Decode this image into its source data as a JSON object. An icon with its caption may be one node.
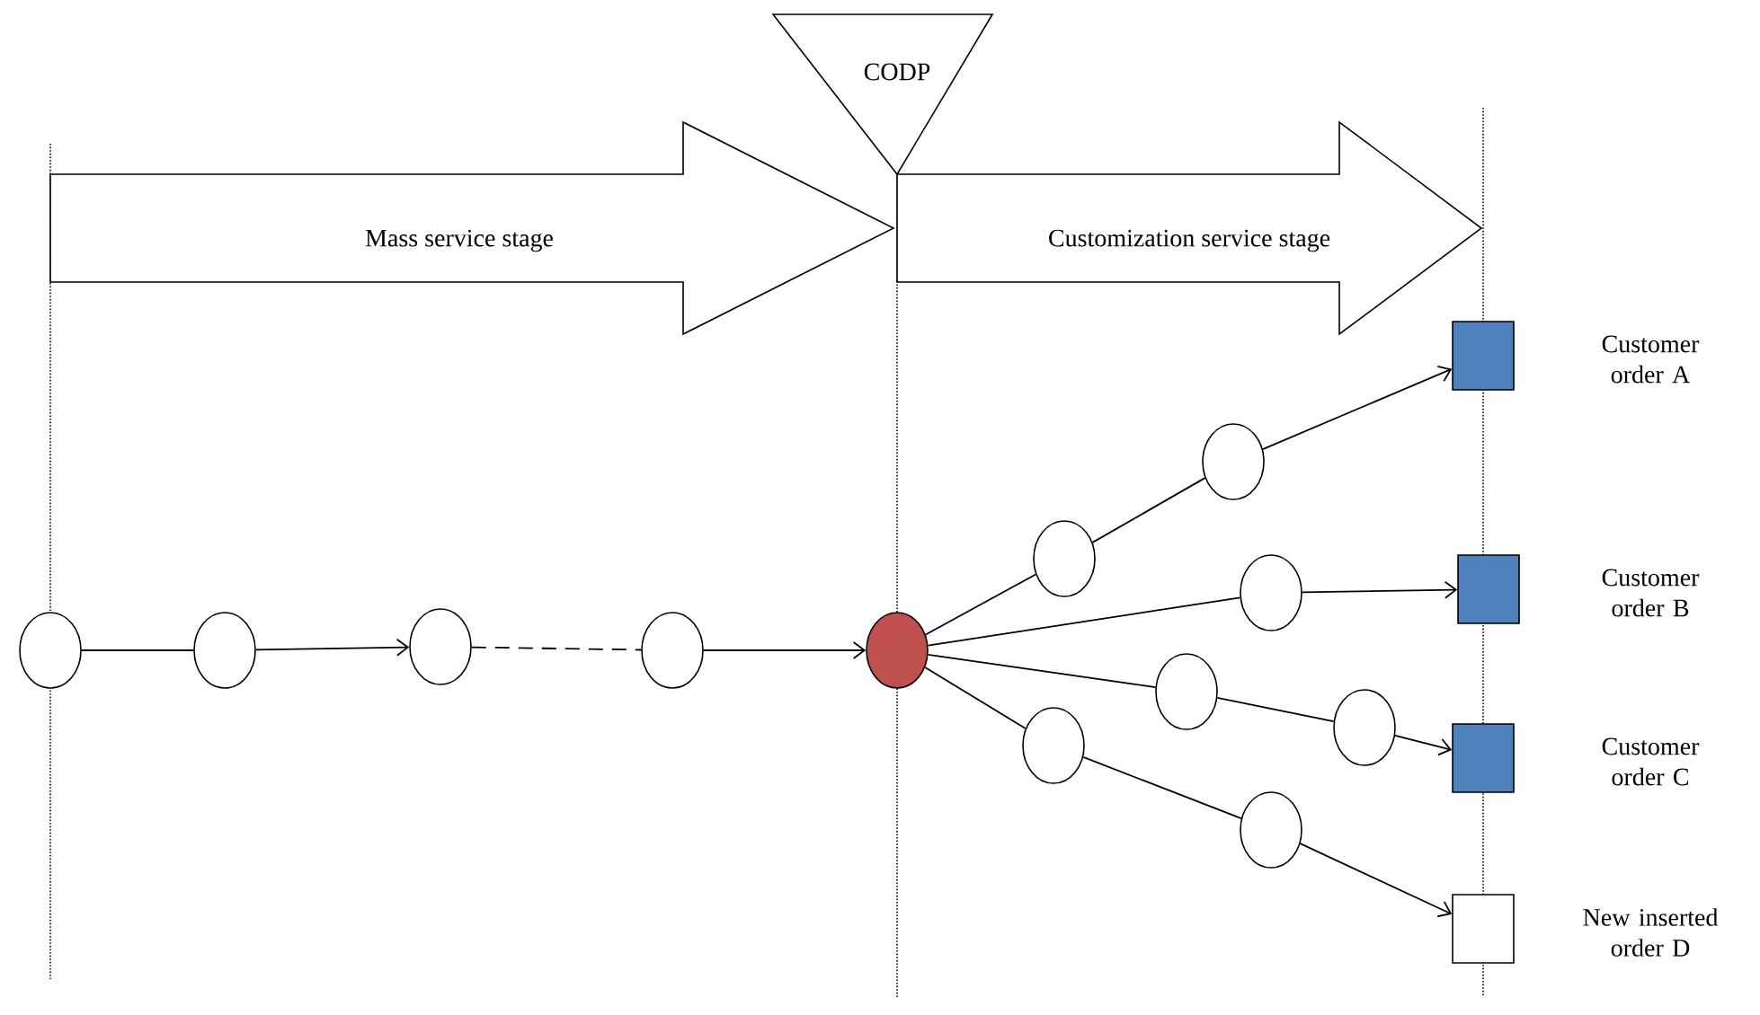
{
  "diagram": {
    "nodes": [
      {
        "text": [
          "CODP"
        ]
      },
      {
        "text": [
          "Mass service stage"
        ]
      },
      {
        "text": [
          "Customization service stage"
        ]
      },
      {
        "text": [],
        "shape": "circle"
      },
      {
        "text": [],
        "shape": "circle"
      },
      {
        "text": [],
        "shape": "circle"
      },
      {
        "text": [],
        "shape": "circle"
      },
      {
        "text": [],
        "shape": "circle"
      },
      {
        "text": [],
        "shape": "circle"
      },
      {
        "text": [],
        "shape": "circle"
      },
      {
        "text": [],
        "shape": "circle"
      },
      {
        "text": [],
        "shape": "circle"
      },
      {
        "text": [],
        "shape": "circle"
      },
      {
        "text": [],
        "shape": "circle"
      },
      {
        "text": [],
        "shape": "circle"
      },
      {
        "text": [],
        "shape": "box",
        "beside": [
          "Customer order A"
        ]
      },
      {
        "text": [],
        "shape": "box",
        "beside": [
          "Customer order B"
        ]
      },
      {
        "text": [],
        "shape": "box",
        "beside": [
          "Customer order C"
        ]
      },
      {
        "text": [],
        "shape": "box",
        "beside": [
          "New inserted order D"
        ]
      }
    ],
    "edges": [
      {
        "from": 3,
        "to": 4,
        "arrow": "none"
      },
      {
        "from": 4,
        "to": 5,
        "arrow": "to"
      },
      {
        "from": 5,
        "to": 6,
        "arrow": "none",
        "style": "dashed"
      },
      {
        "from": 6,
        "to": 7,
        "arrow": "to"
      },
      {
        "from": 7,
        "to": 8,
        "arrow": "none"
      },
      {
        "from": 8,
        "to": 9,
        "arrow": "none"
      },
      {
        "from": 9,
        "to": 15,
        "arrow": "to"
      },
      {
        "from": 7,
        "to": 10,
        "arrow": "none"
      },
      {
        "from": 10,
        "to": 16,
        "arrow": "to"
      },
      {
        "from": 7,
        "to": 11,
        "arrow": "none"
      },
      {
        "from": 11,
        "to": 12,
        "arrow": "none"
      },
      {
        "from": 12,
        "to": 17,
        "arrow": "to"
      },
      {
        "from": 7,
        "to": 13,
        "arrow": "none"
      },
      {
        "from": 13,
        "to": 14,
        "arrow": "none"
      },
      {
        "from": 14,
        "to": 18,
        "arrow": "to"
      }
    ]
  }
}
